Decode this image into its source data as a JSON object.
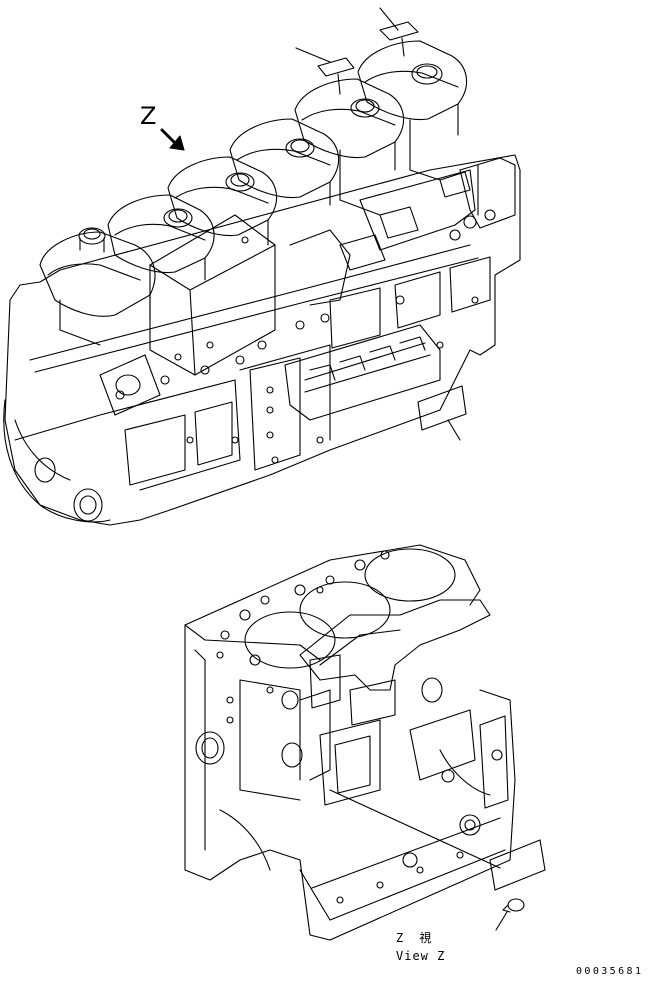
{
  "view_marker": {
    "letter": "Z"
  },
  "view_caption": {
    "line1": "Z　視",
    "line2": "View Z"
  },
  "document_number": "00035681",
  "colors": {
    "ink": "#000000",
    "paper": "#ffffff"
  }
}
